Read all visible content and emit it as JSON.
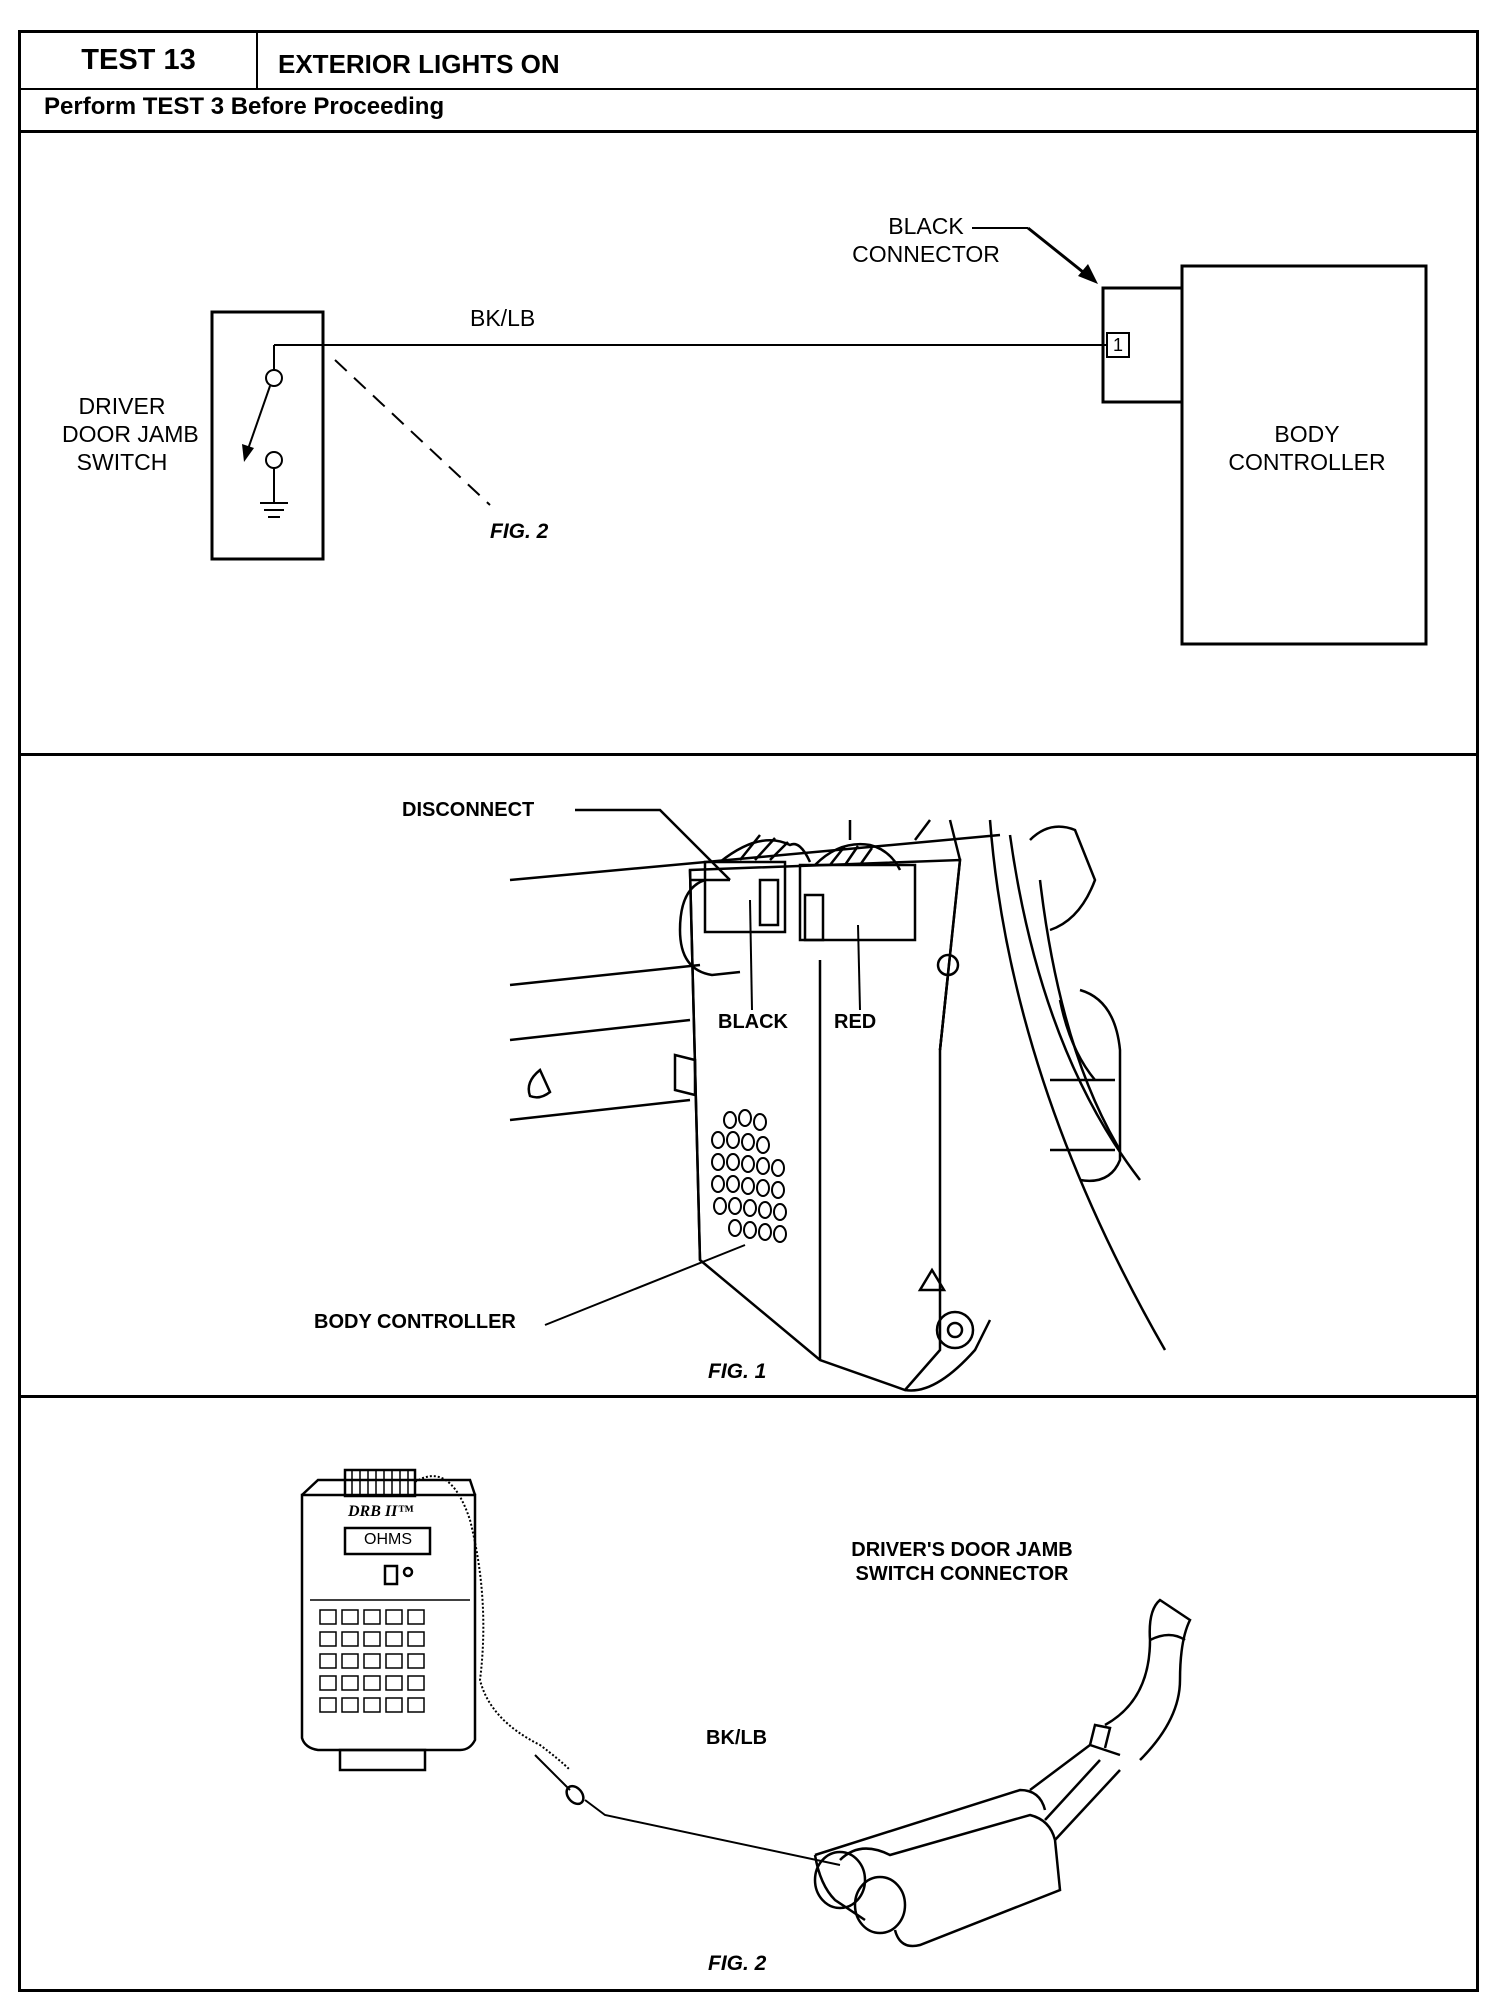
{
  "header": {
    "test_label": "TEST 13",
    "title": "EXTERIOR LIGHTS ON",
    "note": "Perform TEST 3 Before Proceeding"
  },
  "schematic": {
    "switch_label": "DRIVER\nDOOR JAMB\nSWITCH",
    "wire_label": "BK/LB",
    "connector_label": "BLACK\nCONNECTOR",
    "pin_number": "1",
    "controller_label": "BODY\nCONTROLLER",
    "fig_ref": "FIG. 2"
  },
  "figure1": {
    "disconnect_label": "DISCONNECT",
    "black_label": "BLACK",
    "red_label": "RED",
    "controller_label": "BODY CONTROLLER",
    "caption": "FIG. 1"
  },
  "figure2": {
    "tester_brand": "DRB II™",
    "tester_display": "OHMS",
    "connector_label": "DRIVER'S DOOR JAMB\nSWITCH CONNECTOR",
    "wire_label": "BK/LB",
    "caption": "FIG. 2"
  }
}
